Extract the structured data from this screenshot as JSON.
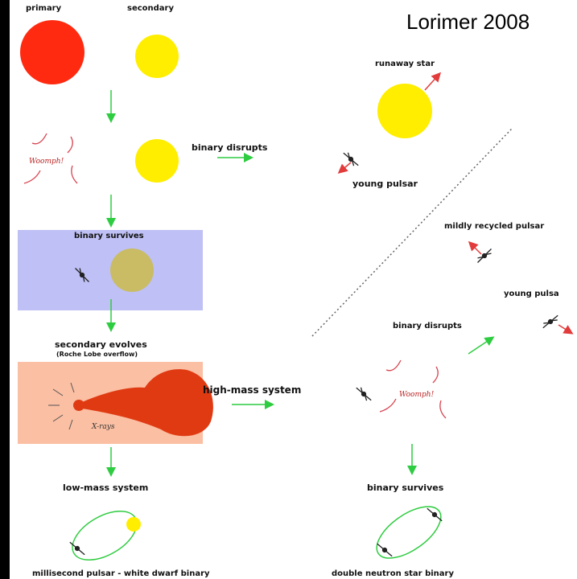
{
  "credit": "Lorimer 2008",
  "labels": {
    "primary": "primary",
    "secondary": "secondary",
    "binary_disrupts_1": "binary disrupts",
    "runaway_star": "runaway star",
    "young_pulsar_1": "young pulsar",
    "binary_survives_1": "binary survives",
    "mildly_recycled": "mildly recycled pulsar",
    "young_pulsar_2": "young pulsa",
    "binary_disrupts_2": "binary disrupts",
    "secondary_evolves": "secondary evolves",
    "roche": "(Roche Lobe overflow)",
    "high_mass": "high-mass system",
    "low_mass": "low-mass system",
    "binary_survives_2": "binary survives",
    "msp_wd": "millisecond pulsar - white dwarf binary",
    "dns": "double neutron star binary",
    "whoomph": "Woomph!",
    "xrays": "X-rays"
  },
  "colors": {
    "primary_star": "#ff2a10",
    "secondary_star": "#ffee00",
    "survive_box": "#bfc0f5",
    "overflow_box": "#fbbfa3",
    "arrow": "#2ecc40",
    "kick_arrow": "#e23b3b",
    "blast": "#d8434f",
    "orbit": "#2ecc40"
  }
}
